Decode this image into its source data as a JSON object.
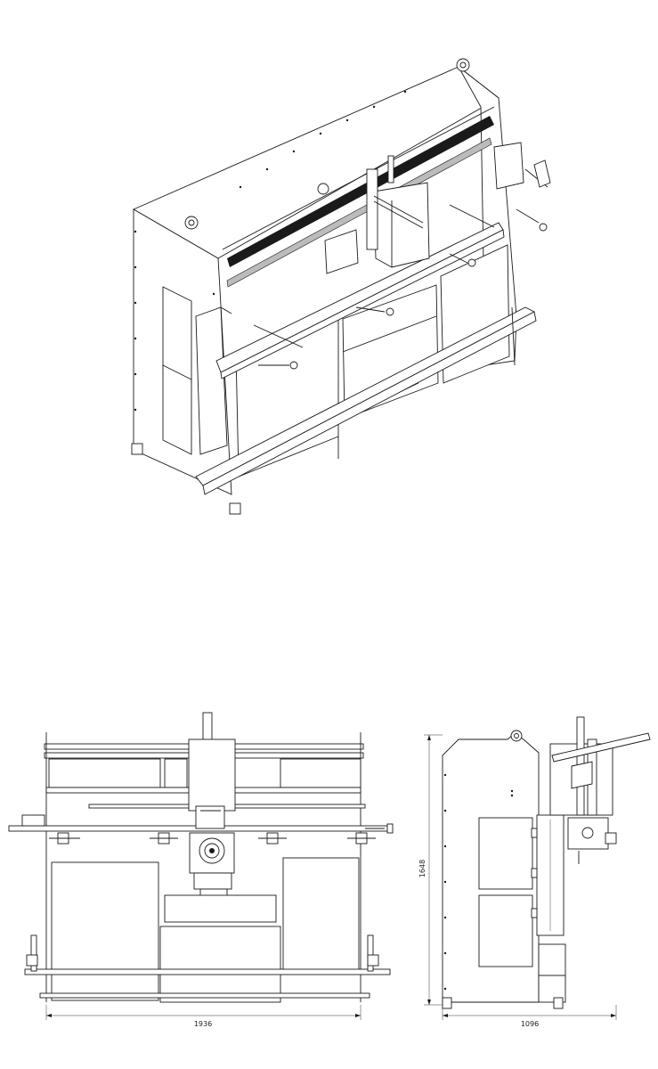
{
  "dimensions": {
    "front_width": "1936",
    "side_depth": "1096",
    "side_height": "1648"
  },
  "colors": {
    "line": "#1a1a1a",
    "background": "#ffffff"
  }
}
